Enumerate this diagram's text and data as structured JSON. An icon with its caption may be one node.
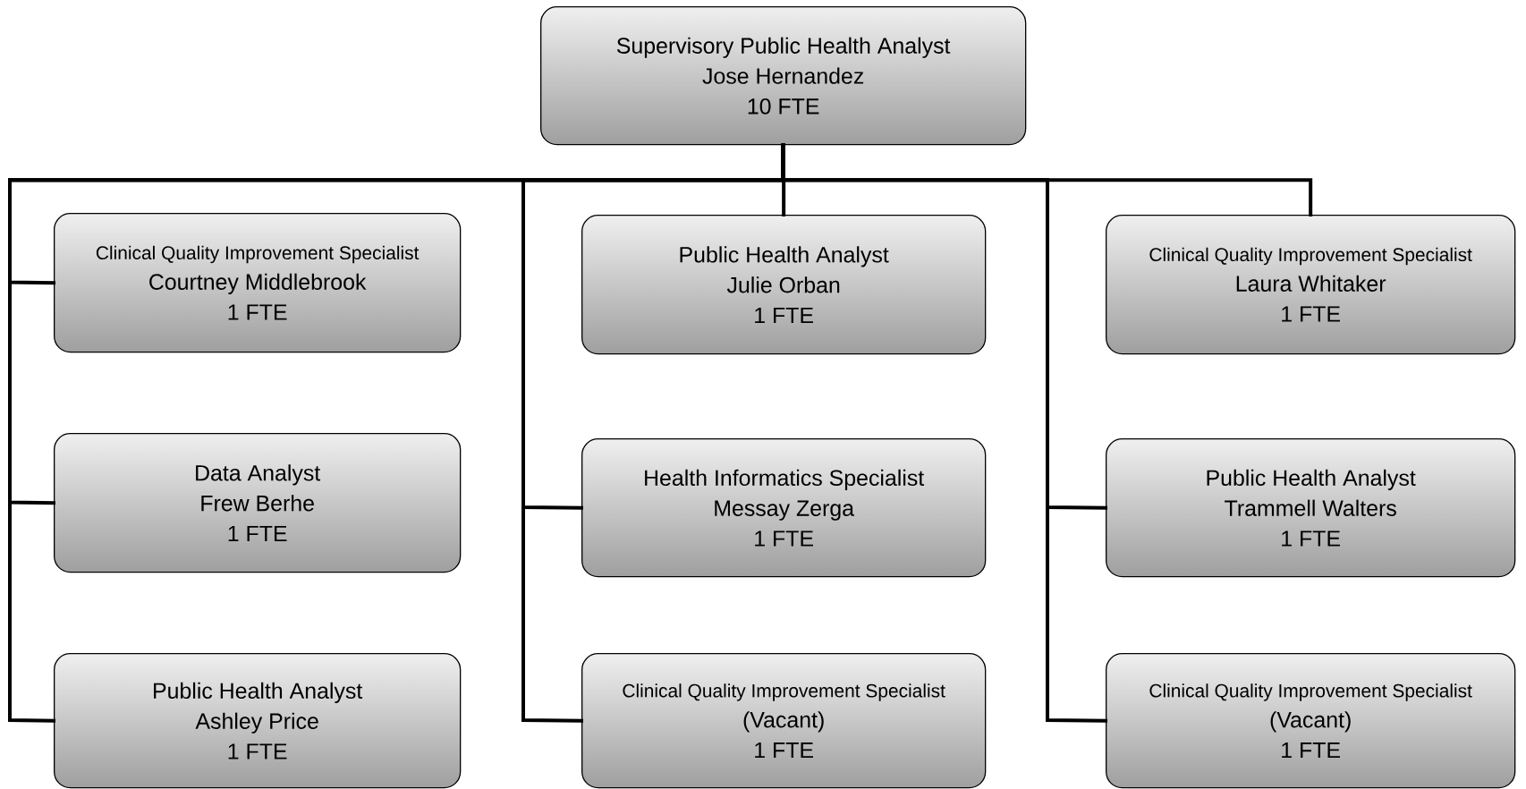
{
  "diagram": {
    "nodes": [
      {
        "text": [
          "Supervisory Public Health Analyst",
          "Jose Hernandez",
          "10 FTE"
        ]
      },
      {
        "text": [
          "Clinical Quality Improvement Specialist",
          "Courtney Middlebrook",
          "1 FTE"
        ]
      },
      {
        "text": [
          "Data Analyst",
          "Frew Berhe",
          "1 FTE"
        ]
      },
      {
        "text": [
          "Public Health Analyst",
          "Ashley Price",
          "1 FTE"
        ]
      },
      {
        "text": [
          "Public Health Analyst",
          "Julie Orban",
          "1 FTE"
        ]
      },
      {
        "text": [
          "Health Informatics Specialist",
          "Messay Zerga",
          "1 FTE"
        ]
      },
      {
        "text": [
          "Clinical Quality Improvement Specialist",
          "(Vacant)",
          "1 FTE"
        ]
      },
      {
        "text": [
          "Clinical Quality Improvement Specialist",
          "Laura Whitaker",
          "1 FTE"
        ]
      },
      {
        "text": [
          "Public Health Analyst",
          "Trammell Walters",
          "1 FTE"
        ]
      },
      {
        "text": [
          "Clinical Quality Improvement Specialist",
          "(Vacant)",
          "1 FTE"
        ]
      }
    ],
    "edges": [
      {
        "from": 0,
        "to": 1,
        "arrow": "none"
      },
      {
        "from": 0,
        "to": 2,
        "arrow": "none"
      },
      {
        "from": 0,
        "to": 3,
        "arrow": "none"
      },
      {
        "from": 0,
        "to": 4,
        "arrow": "none"
      },
      {
        "from": 0,
        "to": 5,
        "arrow": "none"
      },
      {
        "from": 0,
        "to": 6,
        "arrow": "none"
      },
      {
        "from": 0,
        "to": 7,
        "arrow": "none"
      },
      {
        "from": 0,
        "to": 8,
        "arrow": "none"
      },
      {
        "from": 0,
        "to": 9,
        "arrow": "none"
      }
    ]
  }
}
